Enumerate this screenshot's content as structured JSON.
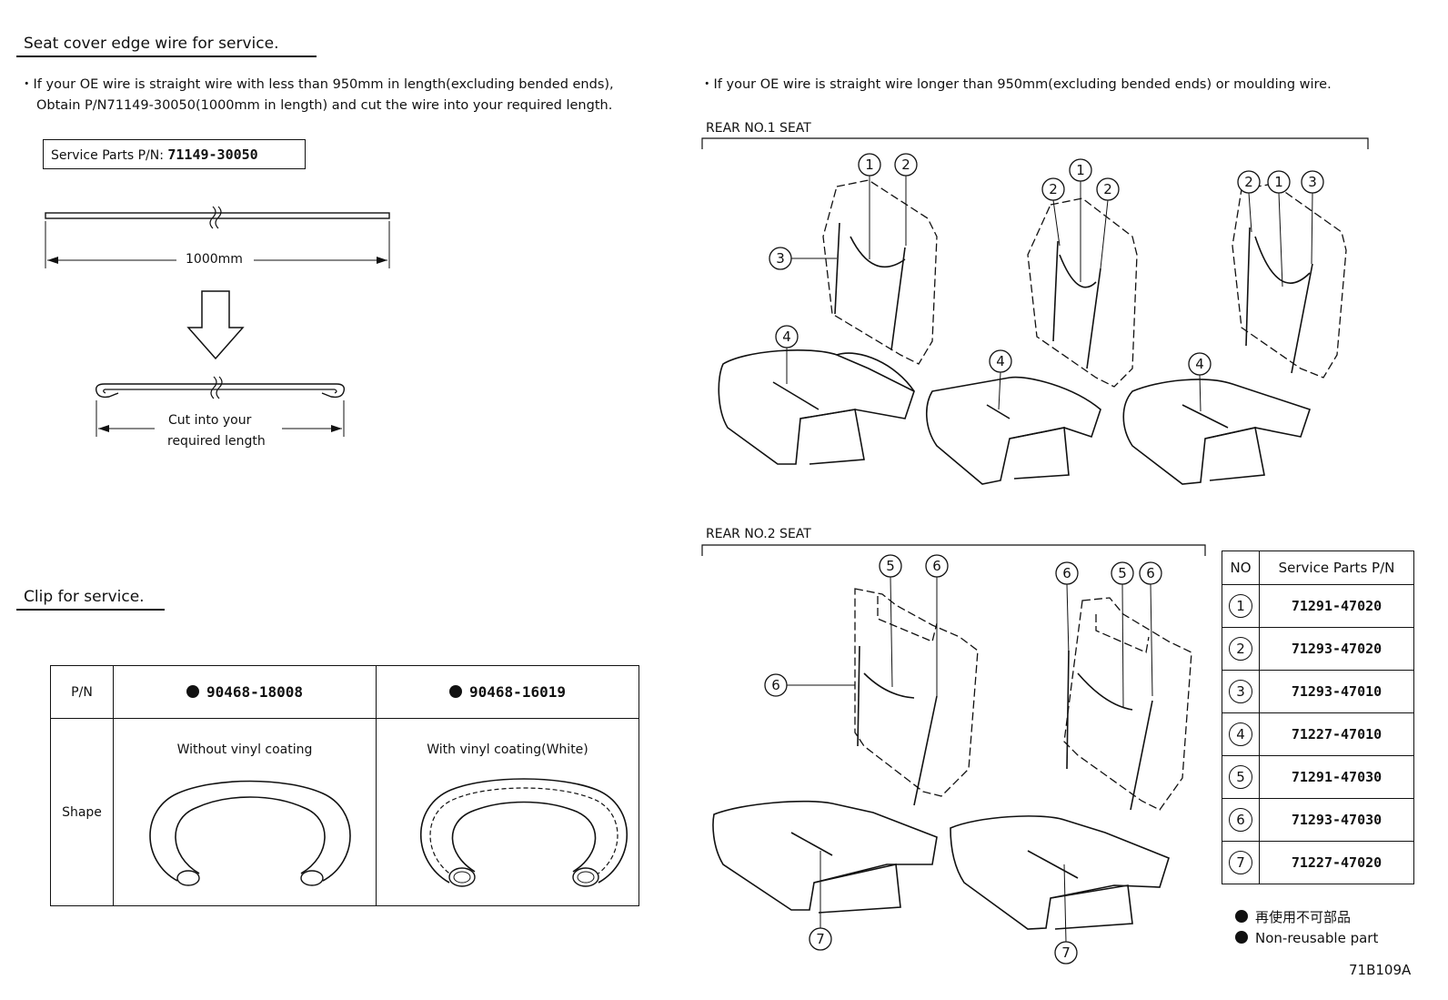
{
  "wire_section": {
    "heading": "Seat cover edge wire for service.",
    "left_note_line1": "・If your OE wire is straight wire with less than 950mm in length(excluding bended ends),",
    "left_note_line2": "Obtain P/N71149-30050(1000mm in length) and cut the wire into your required length.",
    "right_note": "・If your OE wire is straight wire longer than 950mm(excluding bended ends) or moulding wire.",
    "service_label": "Service Parts P/N:",
    "service_pn": "71149-30050",
    "length_label": "1000mm",
    "cut_label_line1": "Cut into your",
    "cut_label_line2": "required length"
  },
  "clip_section": {
    "heading": "Clip for service.",
    "pn_header": "P/N",
    "shape_header": "Shape",
    "clips": [
      {
        "pn": "90468-18008",
        "description": "Without vinyl coating",
        "non_reusable": true
      },
      {
        "pn": "90468-16019",
        "description": "With vinyl coating(White)",
        "non_reusable": true
      }
    ]
  },
  "diagrams": {
    "rear_no1_title": "REAR NO.1 SEAT",
    "rear_no2_title": "REAR NO.2 SEAT",
    "callouts": {
      "c1": "1",
      "c2": "2",
      "c3": "3",
      "c4": "4",
      "c5": "5",
      "c6": "6",
      "c7": "7"
    }
  },
  "parts_table": {
    "header_no": "NO",
    "header_pn": "Service Parts P/N",
    "rows": [
      {
        "no": "1",
        "pn": "71291-47020"
      },
      {
        "no": "2",
        "pn": "71293-47020"
      },
      {
        "no": "3",
        "pn": "71293-47010"
      },
      {
        "no": "4",
        "pn": "71227-47010"
      },
      {
        "no": "5",
        "pn": "71291-47030"
      },
      {
        "no": "6",
        "pn": "71293-47030"
      },
      {
        "no": "7",
        "pn": "71227-47020"
      }
    ]
  },
  "legend": {
    "japanese": "再使用不可部品",
    "english": "Non-reusable part"
  },
  "figure_id": "71B109A"
}
